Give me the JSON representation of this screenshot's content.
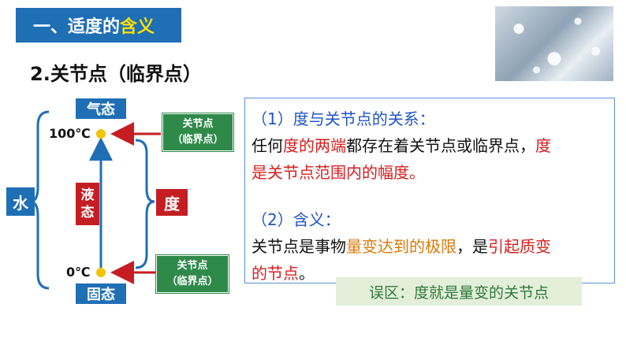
{
  "header": {
    "part1": "一、适度的",
    "part2": "含义",
    "subtitle": "2.关节点（临界点）"
  },
  "diagram": {
    "water": "水",
    "gas": "气态",
    "liquid_line1": "液",
    "liquid_line2": "态",
    "solid": "固态",
    "degree": "度",
    "temp_top": "100℃",
    "temp_bottom": "0℃",
    "critical_line1": "关节点",
    "critical_line2": "（临界点）"
  },
  "panel": {
    "heading1": "（1）度与关节点的关系：",
    "l1a": "任何",
    "l1b": "度的两端",
    "l1c": "都存在着关节点或临界点，",
    "l1d": "度",
    "l2": "是关节点范围内的幅度。",
    "heading2": "（2）含义：",
    "l3a": "关节点是事物",
    "l3b": "量变达到的极限",
    "l3c": "，是",
    "l3d": "引起质变",
    "l4a": "的节点",
    "l4b": "。"
  },
  "misconception": "误区：度就是量变的关节点",
  "colors": {
    "blue": "#1f6fb5",
    "red": "#c41e23",
    "green": "#2f8a4a",
    "point": "#f2c400"
  }
}
